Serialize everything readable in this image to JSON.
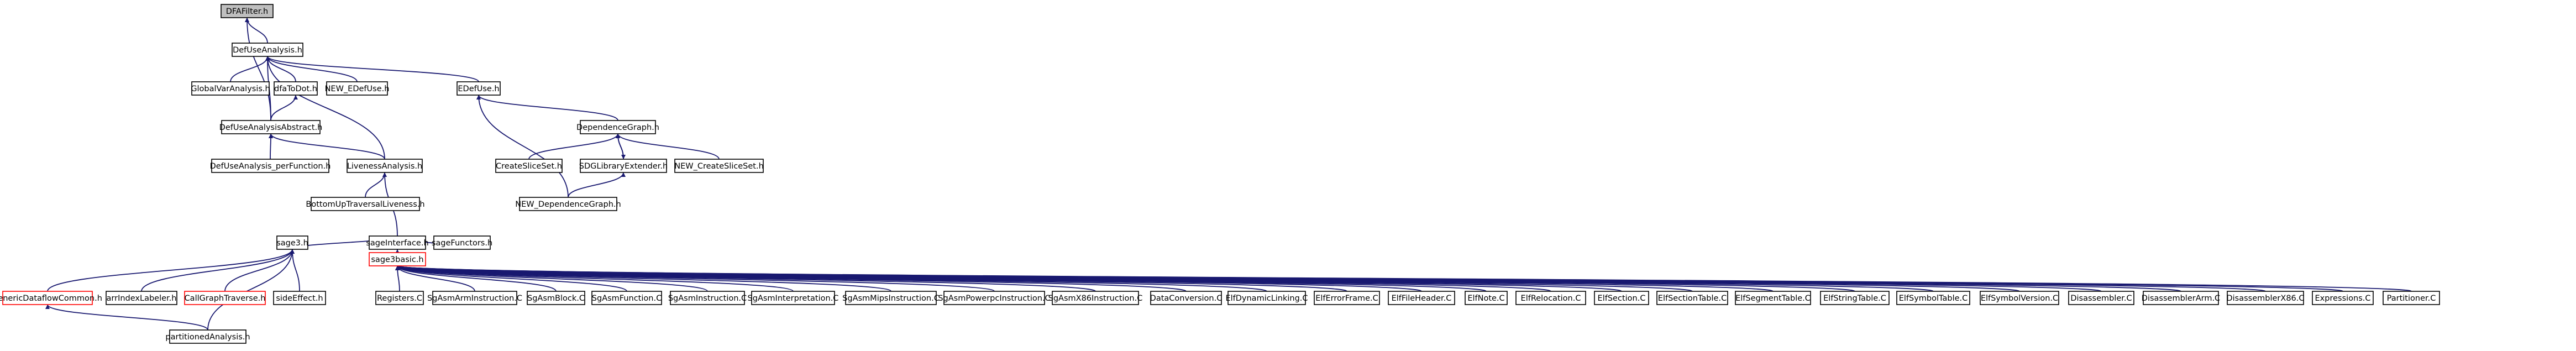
{
  "nodes": [
    {
      "id": "dfafilter",
      "label": "DFAFilter.h",
      "kind": "root"
    },
    {
      "id": "defuse",
      "label": "DefUseAnalysis.h"
    },
    {
      "id": "globalvar",
      "label": "GlobalVarAnalysis.h"
    },
    {
      "id": "dfatodot",
      "label": "dfaToDot.h"
    },
    {
      "id": "newedefuse",
      "label": "NEW_EDefUse.h"
    },
    {
      "id": "edefuse",
      "label": "EDefUse.h"
    },
    {
      "id": "defuseabs",
      "label": "DefUseAnalysisAbstract.h"
    },
    {
      "id": "depgraph",
      "label": "DependenceGraph.h"
    },
    {
      "id": "perfunc",
      "label": "DefUseAnalysis_perFunction.h"
    },
    {
      "id": "liveness",
      "label": "LivenessAnalysis.h"
    },
    {
      "id": "createslice",
      "label": "CreateSliceSet.h"
    },
    {
      "id": "sdglib",
      "label": "SDGLibraryExtender.h"
    },
    {
      "id": "newcreateslice",
      "label": "NEW_CreateSliceSet.h"
    },
    {
      "id": "bottomup",
      "label": "BottomUpTraversalLiveness.h"
    },
    {
      "id": "newdepgraph",
      "label": "NEW_DependenceGraph.h"
    },
    {
      "id": "sageinterface",
      "label": "sageInterface.h"
    },
    {
      "id": "sage3",
      "label": "sage3.h"
    },
    {
      "id": "sagefunctors",
      "label": "sageFunctors.h"
    },
    {
      "id": "sage3basic",
      "label": "sage3basic.h",
      "kind": "red"
    },
    {
      "id": "genericdfc",
      "label": "genericDataflowCommon.h",
      "kind": "red"
    },
    {
      "id": "arrindex",
      "label": "arrIndexLabeler.h"
    },
    {
      "id": "callgraph",
      "label": "CallGraphTraverse.h",
      "kind": "red"
    },
    {
      "id": "sideeffect",
      "label": "sideEffect.h"
    },
    {
      "id": "partitioned",
      "label": "partitionedAnalysis.h"
    },
    {
      "id": "registers",
      "label": "Registers.C"
    },
    {
      "id": "sgarm",
      "label": "SgAsmArmInstruction.C"
    },
    {
      "id": "sgblock",
      "label": "SgAsmBlock.C"
    },
    {
      "id": "sgfunc",
      "label": "SgAsmFunction.C"
    },
    {
      "id": "sginstr",
      "label": "SgAsmInstruction.C"
    },
    {
      "id": "sginterp",
      "label": "SgAsmInterpretation.C"
    },
    {
      "id": "sgmips",
      "label": "SgAsmMipsInstruction.C"
    },
    {
      "id": "sgppc",
      "label": "SgAsmPowerpcInstruction.C"
    },
    {
      "id": "sgx86",
      "label": "SgAsmX86Instruction.C"
    },
    {
      "id": "dataconv",
      "label": "DataConversion.C"
    },
    {
      "id": "elfdyn",
      "label": "ElfDynamicLinking.C"
    },
    {
      "id": "elferr",
      "label": "ElfErrorFrame.C"
    },
    {
      "id": "elffile",
      "label": "ElfFileHeader.C"
    },
    {
      "id": "elfnote",
      "label": "ElfNote.C"
    },
    {
      "id": "elfreloc",
      "label": "ElfRelocation.C"
    },
    {
      "id": "elfsec",
      "label": "ElfSection.C"
    },
    {
      "id": "elfsectab",
      "label": "ElfSectionTable.C"
    },
    {
      "id": "elfseg",
      "label": "ElfSegmentTable.C"
    },
    {
      "id": "elfstr",
      "label": "ElfStringTable.C"
    },
    {
      "id": "elfsym",
      "label": "ElfSymbolTable.C"
    },
    {
      "id": "elfsymver",
      "label": "ElfSymbolVersion.C"
    },
    {
      "id": "disasm",
      "label": "Disassembler.C"
    },
    {
      "id": "disasmarm",
      "label": "DisassemblerArm.C"
    },
    {
      "id": "disasmx86",
      "label": "DisassemblerX86.C"
    },
    {
      "id": "expr",
      "label": "Expressions.C"
    },
    {
      "id": "partitioner",
      "label": "Partitioner.C"
    }
  ],
  "edges": [
    [
      "defuse",
      "dfafilter"
    ],
    [
      "defuseabs",
      "dfafilter"
    ],
    [
      "globalvar",
      "defuse"
    ],
    [
      "dfatodot",
      "defuse"
    ],
    [
      "newedefuse",
      "defuse"
    ],
    [
      "edefuse",
      "defuse"
    ],
    [
      "defuseabs",
      "defuse"
    ],
    [
      "liveness",
      "defuse"
    ],
    [
      "defuseabs",
      "dfatodot"
    ],
    [
      "perfunc",
      "defuseabs"
    ],
    [
      "liveness",
      "defuseabs"
    ],
    [
      "depgraph",
      "edefuse"
    ],
    [
      "newdepgraph",
      "edefuse"
    ],
    [
      "createslice",
      "depgraph"
    ],
    [
      "sdglib",
      "depgraph"
    ],
    [
      "newcreateslice",
      "depgraph"
    ],
    [
      "depgraph",
      "sdglib"
    ],
    [
      "bottomup",
      "liveness"
    ],
    [
      "sageinterface",
      "liveness"
    ],
    [
      "newdepgraph",
      "sdglib"
    ],
    [
      "sage3",
      "sageinterface"
    ],
    [
      "sagefunctors",
      "sageinterface"
    ],
    [
      "sage3basic",
      "sageinterface"
    ],
    [
      "genericdfc",
      "sage3"
    ],
    [
      "arrindex",
      "sage3"
    ],
    [
      "callgraph",
      "sage3"
    ],
    [
      "sideeffect",
      "sage3"
    ],
    [
      "partitioned",
      "sage3"
    ],
    [
      "partitioned",
      "genericdfc"
    ],
    [
      "registers",
      "sage3basic"
    ],
    [
      "sgarm",
      "sage3basic"
    ],
    [
      "sgblock",
      "sage3basic"
    ],
    [
      "sgfunc",
      "sage3basic"
    ],
    [
      "sginstr",
      "sage3basic"
    ],
    [
      "sginterp",
      "sage3basic"
    ],
    [
      "sgmips",
      "sage3basic"
    ],
    [
      "sgppc",
      "sage3basic"
    ],
    [
      "sgx86",
      "sage3basic"
    ],
    [
      "dataconv",
      "sage3basic"
    ],
    [
      "elfdyn",
      "sage3basic"
    ],
    [
      "elferr",
      "sage3basic"
    ],
    [
      "elffile",
      "sage3basic"
    ],
    [
      "elfnote",
      "sage3basic"
    ],
    [
      "elfreloc",
      "sage3basic"
    ],
    [
      "elfsec",
      "sage3basic"
    ],
    [
      "elfsectab",
      "sage3basic"
    ],
    [
      "elfseg",
      "sage3basic"
    ],
    [
      "elfstr",
      "sage3basic"
    ],
    [
      "elfsym",
      "sage3basic"
    ],
    [
      "elfsymver",
      "sage3basic"
    ],
    [
      "disasm",
      "sage3basic"
    ],
    [
      "disasmarm",
      "sage3basic"
    ],
    [
      "disasmx86",
      "sage3basic"
    ],
    [
      "expr",
      "sage3basic"
    ],
    [
      "partitioner",
      "sage3basic"
    ]
  ]
}
